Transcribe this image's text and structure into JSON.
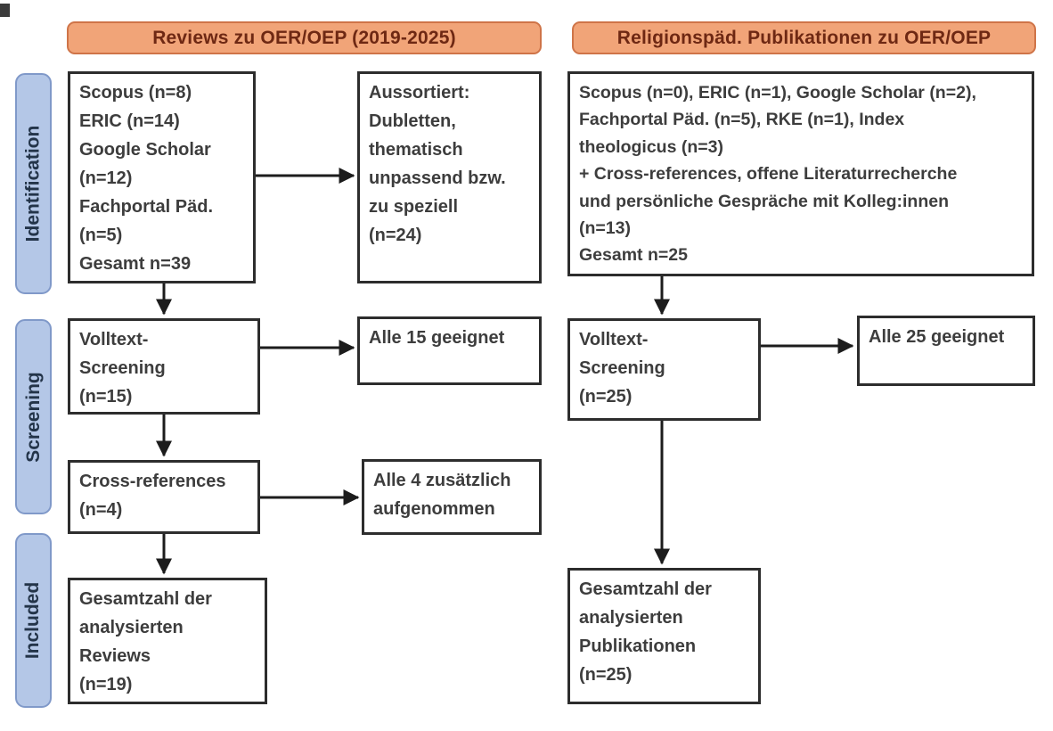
{
  "diagram": {
    "column_headers": {
      "left": "Reviews zu OER/OEP (2019-2025)",
      "right": "Religionspäd. Publikationen zu OER/OEP"
    },
    "stage_labels": {
      "identification": "Identification",
      "screening": "Screening",
      "included": "Included"
    },
    "left_flow": {
      "sources": "Scopus (n=8)\nERIC (n=14)\nGoogle Scholar\n(n=12)\nFachportal Päd.\n(n=5)\nGesamt n=39",
      "excluded": "Aussortiert:\nDubletten,\nthematisch\nunpassend bzw.\nzu speziell\n(n=24)",
      "fulltext_screening": "Volltext-\nScreening\n(n=15)",
      "fulltext_result": "Alle 15 geeignet",
      "cross_references": "Cross-references\n(n=4)",
      "cross_references_result": "Alle 4 zusätzlich\naufgenommen",
      "included_total": "Gesamtzahl der\nanalysierten\nReviews\n(n=19)"
    },
    "right_flow": {
      "sources": "Scopus (n=0), ERIC (n=1), Google Scholar (n=2),\nFachportal Päd. (n=5), RKE (n=1), Index\ntheologicus (n=3)\n+ Cross-references, offene Literaturrecherche\nund persönliche Gespräche mit Kolleg:innen\n(n=13)\nGesamt n=25",
      "fulltext_screening": "Volltext-\nScreening\n(n=25)",
      "fulltext_result": "Alle 25 geeignet",
      "included_total": "Gesamtzahl der\nanalysierten\nPublikationen\n(n=25)"
    },
    "colors": {
      "header_fill": "#f1a478",
      "header_border": "#cf7448",
      "header_text": "#6e2813",
      "stage_fill": "#b4c7e7",
      "stage_border": "#8099c9",
      "stage_text": "#233449",
      "box_border": "#2d2d2d",
      "box_text": "#3d3d3d",
      "arrow": "#1c1c1c",
      "background": "#ffffff"
    }
  }
}
